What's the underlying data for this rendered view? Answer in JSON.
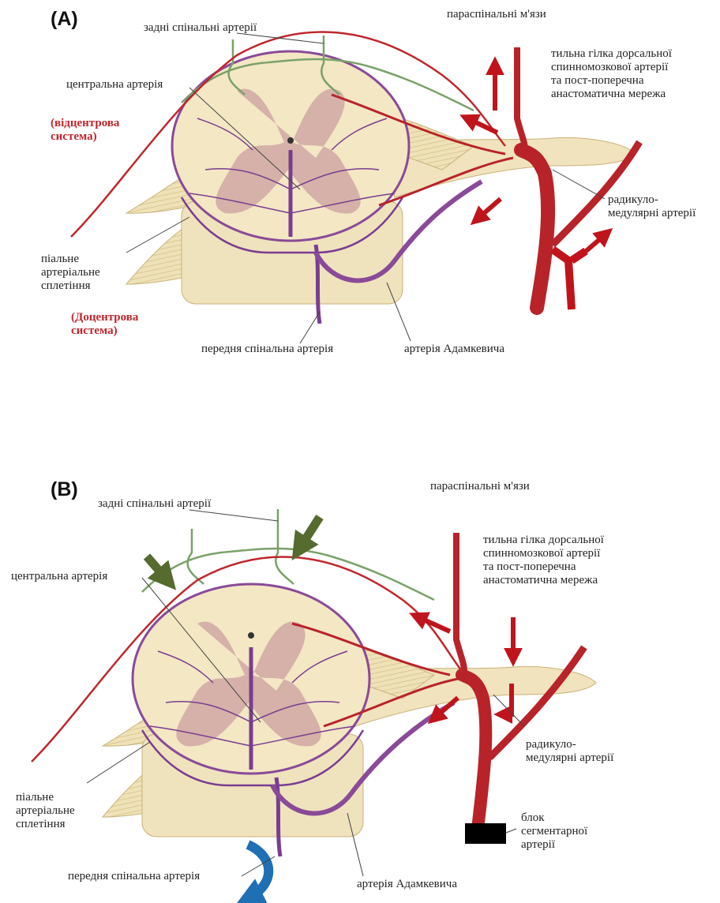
{
  "panel_a": {
    "letter": "(A)",
    "posterior_spinal_arteries": "задні спінальні артерії",
    "paraspinal_muscles": "параспінальні м'язи",
    "dorsal_branch": [
      "тильна гілка дорсальної",
      "спинномозкової артерії",
      "та пост-поперечна",
      "анастоматична мережа"
    ],
    "central_artery": "центральна артерія",
    "centrifugal": [
      "(відцентрова",
      "система)"
    ],
    "radiculo": [
      "радикуло-",
      "медулярні артерії"
    ],
    "pial_plexus": [
      "піальне",
      "артеріальне",
      "сплетіння"
    ],
    "centripetal": [
      "(Доцентрова",
      "система)"
    ],
    "anterior_spinal": "передня спінальна артерія",
    "adamkiewicz": "артерія Адамкевича"
  },
  "panel_b": {
    "letter": "(B)",
    "posterior_spinal_arteries": "задні спінальні артерії",
    "paraspinal_muscles": "параспінальні м'язи",
    "dorsal_branch": [
      "тильна гілка дорсальної",
      "спинномозкової артерії",
      "та пост-поперечна",
      "анастоматична мережа"
    ],
    "central_artery": "центральна артерія",
    "radiculo": [
      "радикуло-",
      "медулярні артерії"
    ],
    "pial_plexus": [
      "піальне",
      "артеріальне",
      "сплетіння"
    ],
    "segmental_block": [
      "блок",
      "сегментарної",
      "артерії"
    ],
    "anterior_spinal": "передня спінальна артерія",
    "adamkiewicz": "артерія Адамкевича"
  },
  "colors": {
    "cord": "#f3e7c4",
    "gray_matter": "#cfa7a4",
    "artery_red": "#b8232a",
    "pial_purple": "#7a3d91",
    "posterior_green": "#7aa26a",
    "arrow_red": "#c0141c",
    "arrow_green": "#556b2f",
    "arrow_blue": "#1f6fb5",
    "block_black": "#000000"
  }
}
